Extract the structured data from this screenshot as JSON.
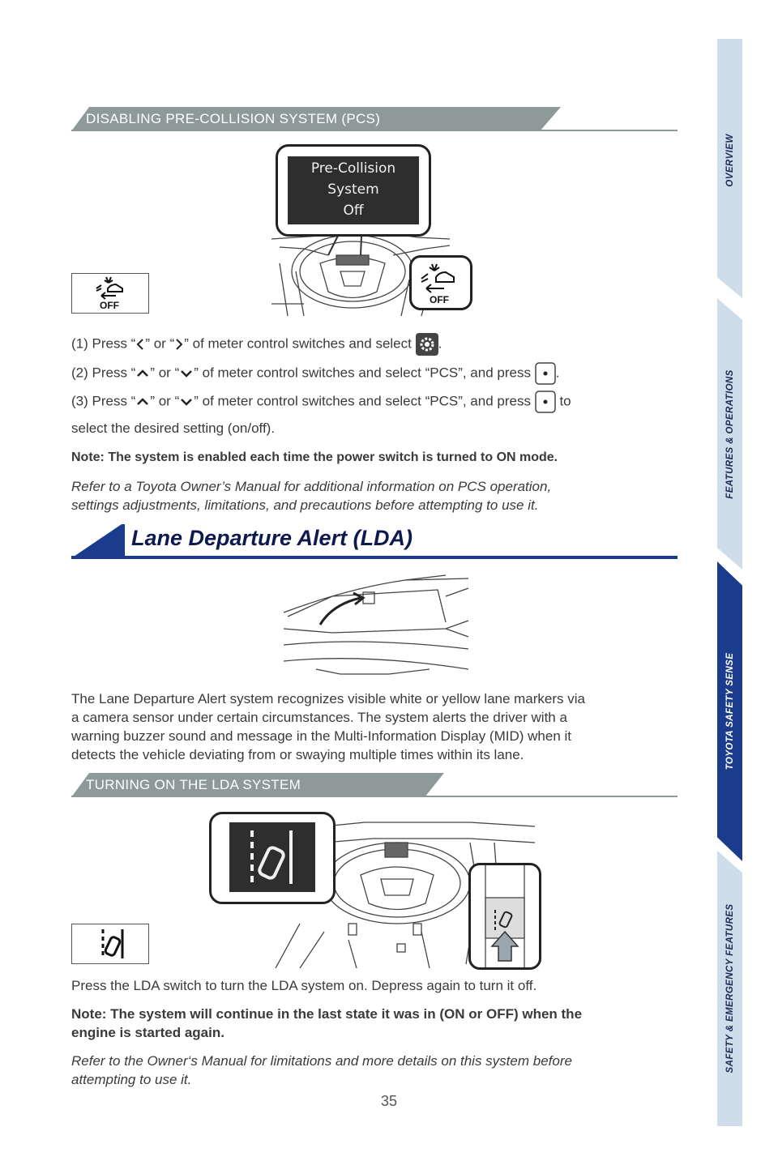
{
  "sidebar_tabs": [
    {
      "label": "OVERVIEW"
    },
    {
      "label": "FEATURES & OPERATIONS"
    },
    {
      "label": "TOYOTA SAFETY SENSE"
    },
    {
      "label": "SAFETY & EMERGENCY FEATURES"
    }
  ],
  "pcs": {
    "banner": "DISABLING PRE-COLLISION SYSTEM (PCS)",
    "screen_text": [
      "Pre-Collision",
      "System",
      "Off"
    ],
    "icon_label": "OFF",
    "step1_a": "(1) Press “",
    "step1_b": "” or “",
    "step1_c": "” of meter control switches and select",
    "step1_end": ".",
    "step2_a": "(2) Press “",
    "step2_b": "” or “",
    "step2_c": "” of meter control switches and select “PCS”, and press",
    "step2_end": ".",
    "step3_a": "(3) Press “",
    "step3_b": "” or “",
    "step3_c": "” of meter control switches and select “PCS”, and press",
    "step3_end": "to",
    "step3_line2": "select the desired setting (on/off).",
    "note": "Note: The system is enabled each time the power switch is turned to ON mode.",
    "refer_line1": "Refer to a Toyota Owner’s Manual for additional information on PCS operation,",
    "refer_line2": "settings adjustments, limitations, and precautions before attempting to use it."
  },
  "lda": {
    "heading": "Lane Departure Alert (LDA)",
    "desc_lines": [
      "The Lane Departure Alert system recognizes visible white or yellow lane markers via",
      "a camera sensor under certain circumstances. The system alerts the driver with a",
      "warning buzzer sound and message in the Multi-Information Display (MID) when it",
      "detects the vehicle deviating from or swaying multiple times within its lane."
    ],
    "banner": "TURNING ON THE LDA SYSTEM",
    "press_text": "Press the LDA switch to turn the LDA system on. Depress again to turn it off.",
    "note_line1": "Note: The system will continue in the last state it was in (ON or OFF) when the",
    "note_line2": "engine is started again.",
    "refer_line1": "Refer to the Owner‘s Manual for limitations and more details on this system before",
    "refer_line2": "attempting to use it."
  },
  "page_number": "35",
  "colors": {
    "banner": "#8e9a9a",
    "heading_bar": "#1b3c8c",
    "tab": "#cfdcea",
    "tab_active": "#1b3c8c"
  }
}
